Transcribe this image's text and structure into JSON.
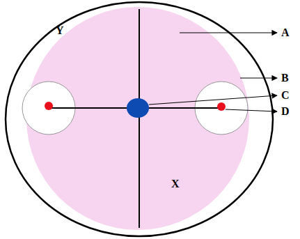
{
  "diagram": {
    "labels": [
      "A",
      "B",
      "C",
      "D",
      "Y",
      "X"
    ]
  }
}
